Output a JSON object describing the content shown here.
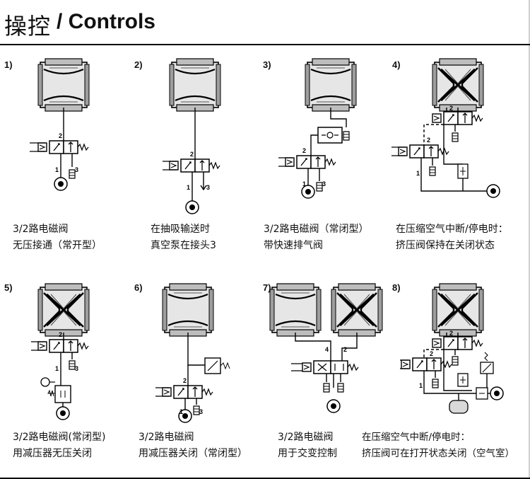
{
  "header": {
    "title_cn": "操控",
    "title_en": "/ Controls"
  },
  "diagrams": [
    {
      "index": "1)",
      "lines": [
        "3/2路电磁阀",
        "无压接通（常开型）"
      ]
    },
    {
      "index": "2)",
      "lines": [
        "在抽吸输送时",
        "真空泵在接头3"
      ]
    },
    {
      "index": "3)",
      "lines": [
        "3/2路电磁阀（常闭型）",
        "带快速排气阀"
      ]
    },
    {
      "index": "4)",
      "lines": [
        "在压缩空气中断/停电时：",
        "挤压阀保持在关闭状态"
      ]
    },
    {
      "index": "5)",
      "lines": [
        "3/2路电磁阀(常闭型)",
        "用减压器无压关闭"
      ]
    },
    {
      "index": "6)",
      "lines": [
        "3/2路电磁阀",
        "用减压器关闭（常闭型）"
      ]
    },
    {
      "index": "7)",
      "lines": [
        "3/2路电磁阀",
        "用于交变控制"
      ]
    },
    {
      "index": "8)",
      "lines": [
        "在压缩空气中断/停电时：",
        "挤压阀可在打开状态关闭（空气室）"
      ]
    }
  ],
  "port_labels": {
    "p1": "1",
    "p2": "2",
    "p3": "3",
    "p4": "4"
  }
}
